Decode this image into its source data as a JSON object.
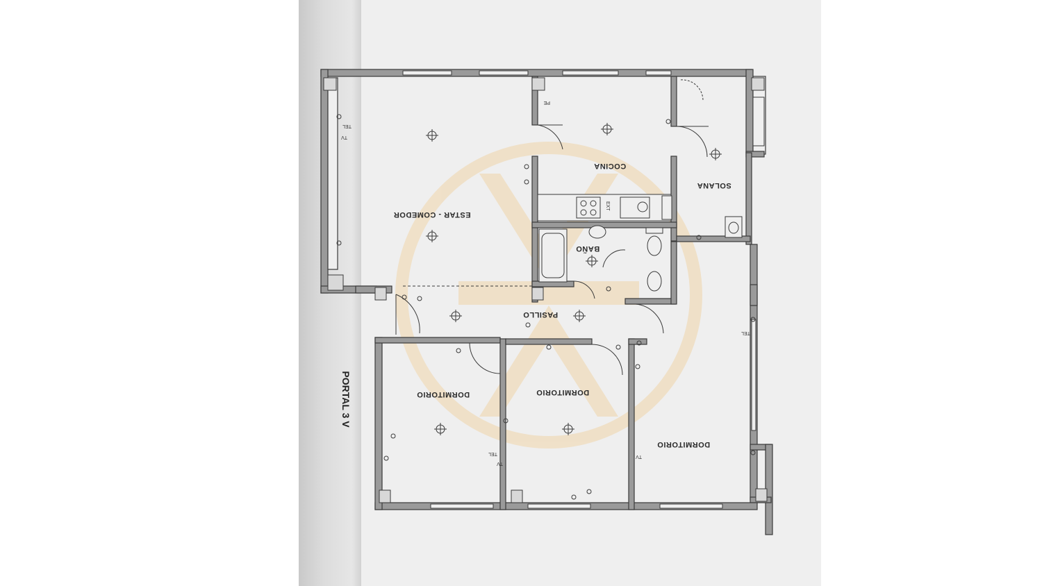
{
  "plan": {
    "portal_label": "PORTAL 3 V",
    "rooms": [
      {
        "id": "estar-comedor",
        "label": "ESTAR - COMEDOR"
      },
      {
        "id": "cocina",
        "label": "COCINA"
      },
      {
        "id": "solana",
        "label": "SOLANA"
      },
      {
        "id": "bano",
        "label": "BAÑO"
      },
      {
        "id": "pasillo",
        "label": "PASILLO"
      },
      {
        "id": "dormitorio-1",
        "label": "DORMITORIO"
      },
      {
        "id": "dormitorio-2",
        "label": "DORMITORIO"
      },
      {
        "id": "dormitorio-3",
        "label": "DORMITORIO"
      }
    ],
    "fixtures": {
      "tel": "TEL",
      "tv": "TV",
      "pe": "PE",
      "ext": "EXT"
    }
  },
  "watermark": {
    "color": "#f0dcbc"
  },
  "colors": {
    "wall": "#9a9a9a",
    "wall_stroke": "#3a3a3a",
    "line": "#3a3a3a"
  }
}
